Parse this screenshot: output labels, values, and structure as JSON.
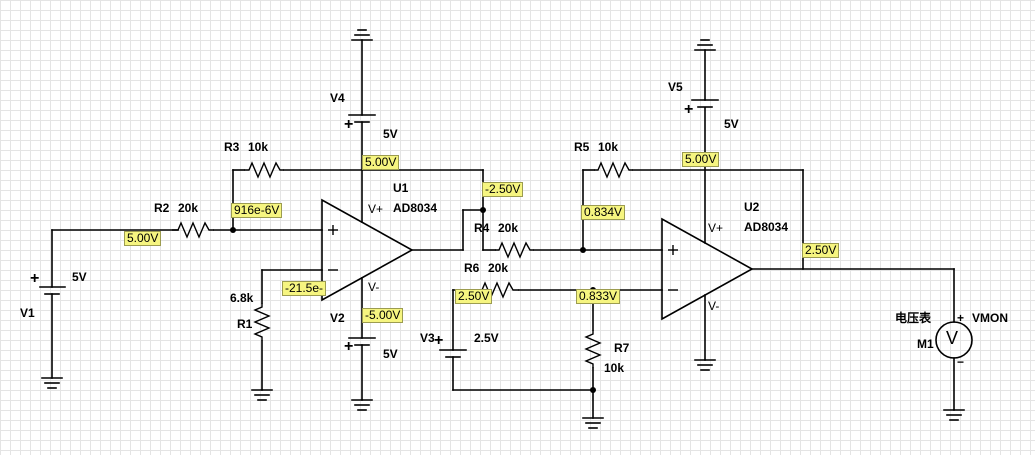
{
  "components": {
    "V1": {
      "name": "V1",
      "value": "5V"
    },
    "V2": {
      "name": "V2",
      "value": "5V"
    },
    "V3": {
      "name": "V3",
      "value": "2.5V"
    },
    "V4": {
      "name": "V4",
      "value": "5V"
    },
    "V5": {
      "name": "V5",
      "value": "5V"
    },
    "R1": {
      "name": "R1",
      "value": "6.8k"
    },
    "R2": {
      "name": "R2",
      "value": "20k"
    },
    "R3": {
      "name": "R3",
      "value": "10k"
    },
    "R4": {
      "name": "R4",
      "value": "20k"
    },
    "R5": {
      "name": "R5",
      "value": "10k"
    },
    "R6": {
      "name": "R6",
      "value": "20k"
    },
    "R7": {
      "name": "R7",
      "value": "10k"
    },
    "U1": {
      "name": "U1",
      "part": "AD8034",
      "vplus": "V+",
      "vminus": "V-",
      "in_plus": "+",
      "in_minus": "−"
    },
    "U2": {
      "name": "U2",
      "part": "AD8034",
      "vplus": "V+",
      "vminus": "V-",
      "in_plus": "+",
      "in_minus": "−"
    },
    "M1": {
      "name": "M1",
      "label": "电压表",
      "symbol": "V",
      "probe": "VMON",
      "plus": "+",
      "minus": "−"
    }
  },
  "source_polarity": "+",
  "probes": {
    "p_v1": "5.00V",
    "p_u1_plus": "916e-6V",
    "p_u1_minus": "-21.5e-",
    "p_v4": "5.00V",
    "p_u1_out": "-2.50V",
    "p_v2": "-5.00V",
    "p_u2_plus": "0.834V",
    "p_v5": "5.00V",
    "p_u2_minus": "0.833V",
    "p_v3": "2.50V",
    "p_u2_out": "2.50V"
  },
  "colors": {
    "probe_background": "#f6f580",
    "wire": "#000000",
    "grid": "#e4e4e4"
  }
}
